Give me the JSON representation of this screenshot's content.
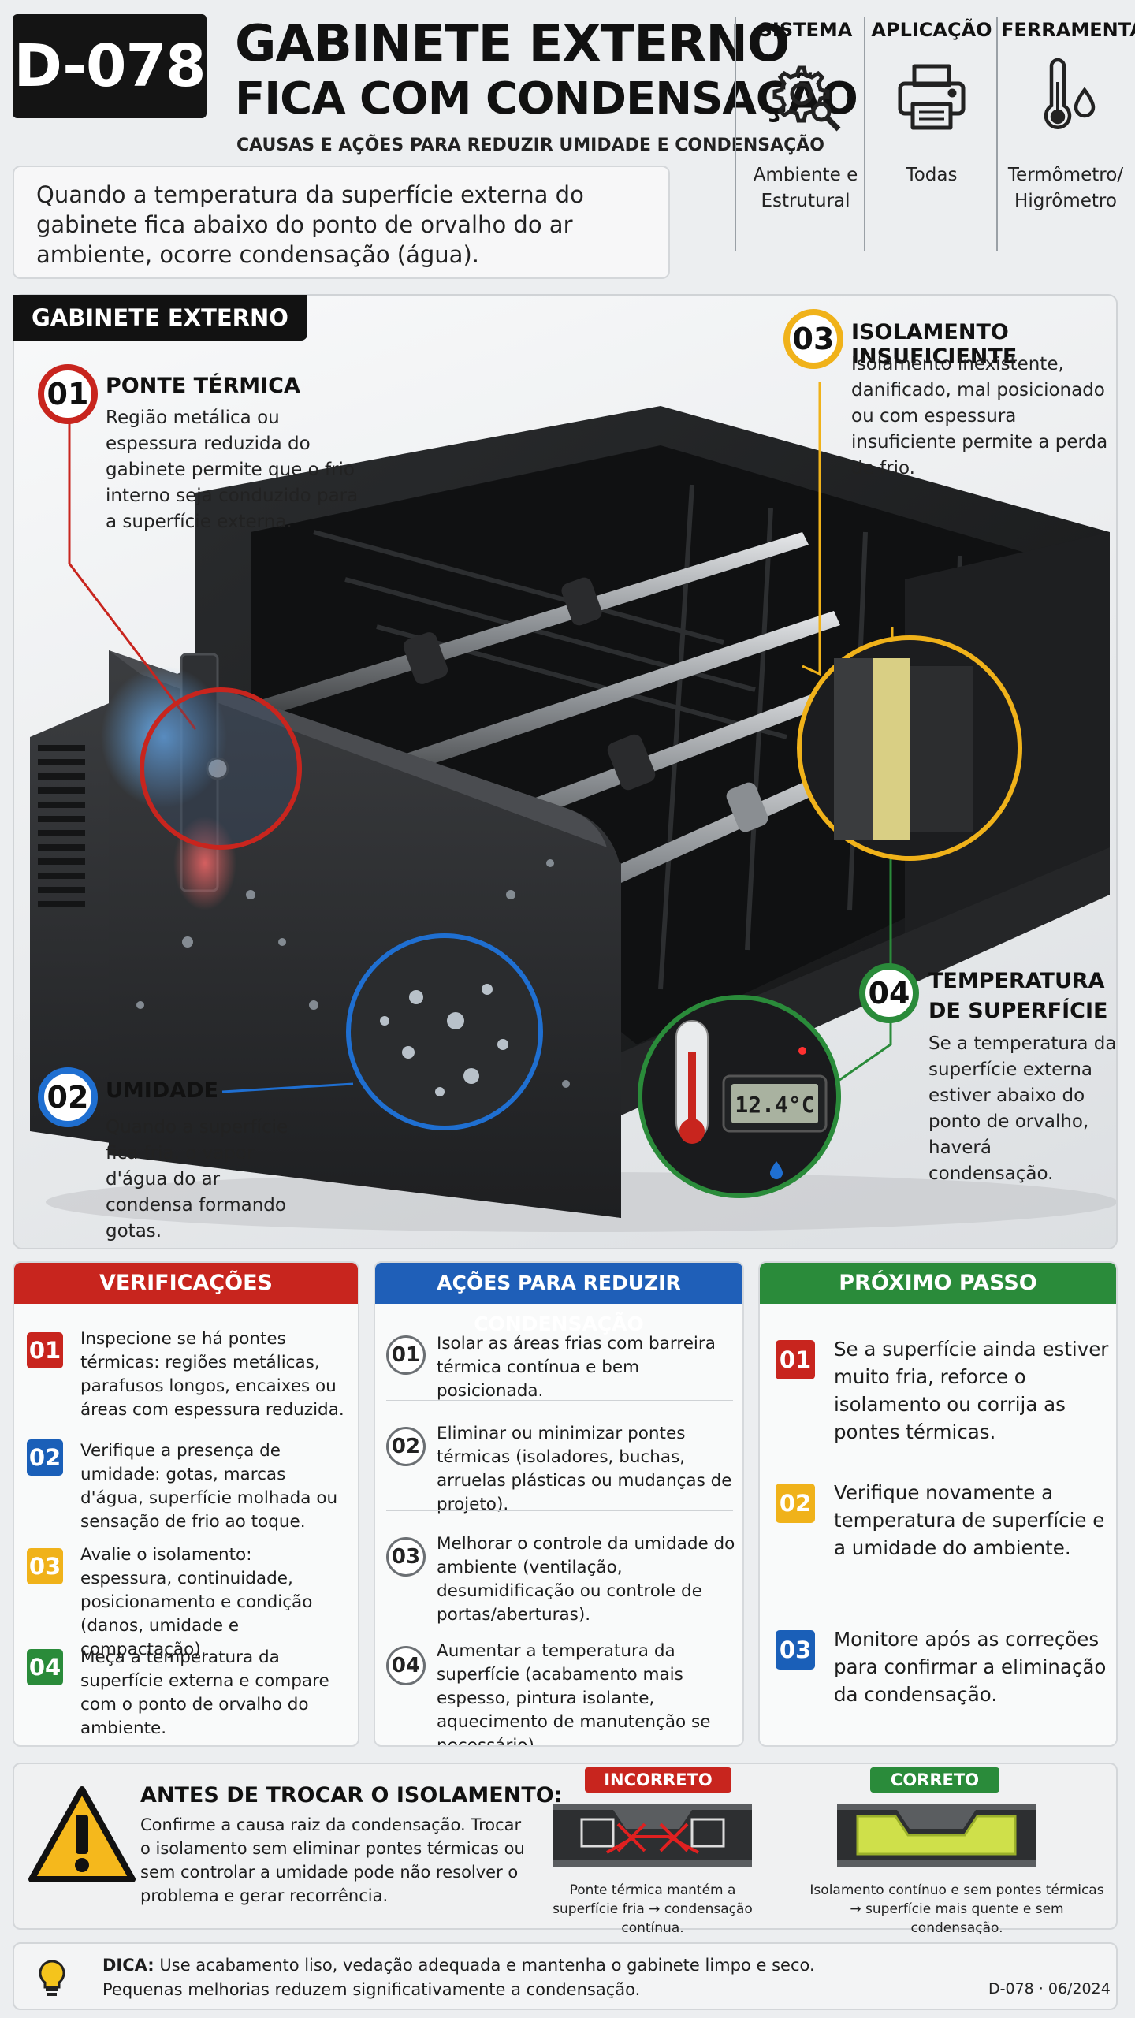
{
  "header": {
    "code": "D-078",
    "title_line1": "GABINETE EXTERNO",
    "title_line2": "FICA COM CONDENSAÇÃO",
    "subtitle": "CAUSAS E AÇÕES PARA REDUZIR UMIDADE E CONDENSAÇÃO",
    "intro": "Quando a temperatura da superfície externa do gabinete fica abaixo do ponto de orvalho do ar ambiente, ocorre condensação (água)."
  },
  "meta": [
    {
      "label": "SISTEMA",
      "value": "Ambiente e Estrutural",
      "icon": "gear-search-icon"
    },
    {
      "label": "APLICAÇÃO",
      "value": "Todas",
      "icon": "printer-icon"
    },
    {
      "label": "FERRAMENTA",
      "value": "Termômetro/ Higrômetro",
      "icon": "thermometer-drop-icon"
    }
  ],
  "diagram": {
    "tag": "GABINETE EXTERNO",
    "display_reading": "12.4°C",
    "callouts": [
      {
        "num": "01",
        "title": "PONTE TÉRMICA",
        "text": "Região metálica ou espessura reduzida do gabinete permite que o frio interno seja conduzido para a superfície externa.",
        "color": "#c8251e"
      },
      {
        "num": "02",
        "title": "UMIDADE",
        "text": "Quando a superfície fica fria, o vapor d'água do ar condensa formando gotas.",
        "color": "#1f6fd1"
      },
      {
        "num": "03",
        "title": "ISOLAMENTO INSUFICIENTE",
        "text": "Isolamento inexistente, danificado, mal posicionado ou com espessura insuficiente permite a perda de frio.",
        "color": "#f0b21a"
      },
      {
        "num": "04",
        "title": "TEMPERATURA DE SUPERFÍCIE",
        "text": "Se a temperatura da superfície externa estiver abaixo do ponto de orvalho, haverá condensação.",
        "color": "#2a8b3a"
      }
    ]
  },
  "verificacoes": {
    "title": "VERIFICAÇÕES",
    "color": "#c8251e",
    "items": [
      {
        "num": "01",
        "text": "Inspecione se há pontes térmicas: regiões metálicas, parafusos longos, encaixes ou áreas com espessura reduzida.",
        "color": "#c8251e"
      },
      {
        "num": "02",
        "text": "Verifique a presença de umidade: gotas, marcas d'água, superfície molhada ou sensação de frio ao toque.",
        "color": "#1a5fb8"
      },
      {
        "num": "03",
        "text": "Avalie o isolamento: espessura, continuidade, posicionamento e condição (danos, umidade e compactação).",
        "color": "#f0b21a"
      },
      {
        "num": "04",
        "text": "Meça a temperatura da superfície externa e compare com o ponto de orvalho do ambiente.",
        "color": "#2a8b3a"
      }
    ]
  },
  "acoes": {
    "title": "AÇÕES PARA REDUZIR CONDENSAÇÃO",
    "color": "#1f5fb8",
    "items": [
      {
        "num": "01",
        "text": "Isolar as áreas frias com barreira térmica contínua e bem posicionada."
      },
      {
        "num": "02",
        "text": "Eliminar ou minimizar pontes térmicas (isoladores, buchas, arruelas plásticas ou mudanças de projeto)."
      },
      {
        "num": "03",
        "text": "Melhorar o controle da umidade do ambiente (ventilação, desumidificação ou controle de portas/aberturas)."
      },
      {
        "num": "04",
        "text": "Aumentar a temperatura da superfície (acabamento mais espesso, pintura isolante, aquecimento de manutenção se necessário)."
      }
    ]
  },
  "proximo": {
    "title": "PRÓXIMO PASSO",
    "color": "#2a8b3a",
    "items": [
      {
        "num": "01",
        "text": "Se a superfície ainda estiver muito fria, reforce o isolamento ou corrija as pontes térmicas.",
        "color": "#c8251e"
      },
      {
        "num": "02",
        "text": "Verifique novamente a temperatura de superfície e a umidade do ambiente.",
        "color": "#f0b21a"
      },
      {
        "num": "03",
        "text": "Monitore após as correções para confirmar a eliminação da condensação.",
        "color": "#1a5fb8"
      }
    ]
  },
  "warning": {
    "title": "ANTES DE TROCAR O ISOLAMENTO:",
    "text": "Confirme a causa raiz da condensação. Trocar o isolamento sem eliminar pontes térmicas ou sem controlar a umidade pode não resolver o problema e gerar recorrência.",
    "incorrect_label": "INCORRETO",
    "incorrect_caption": "Ponte térmica mantém a superfície fria → condensação contínua.",
    "correct_label": "CORRETO",
    "correct_caption": "Isolamento contínuo e sem pontes térmicas → superfície mais quente e sem condensação."
  },
  "tip": {
    "label": "DICA:",
    "text": "Use acabamento liso, vedação adequada e mantenha o gabinete limpo e seco. Pequenas melhorias reduzem significativamente a condensação.",
    "footer": "D-078 · 06/2024"
  }
}
